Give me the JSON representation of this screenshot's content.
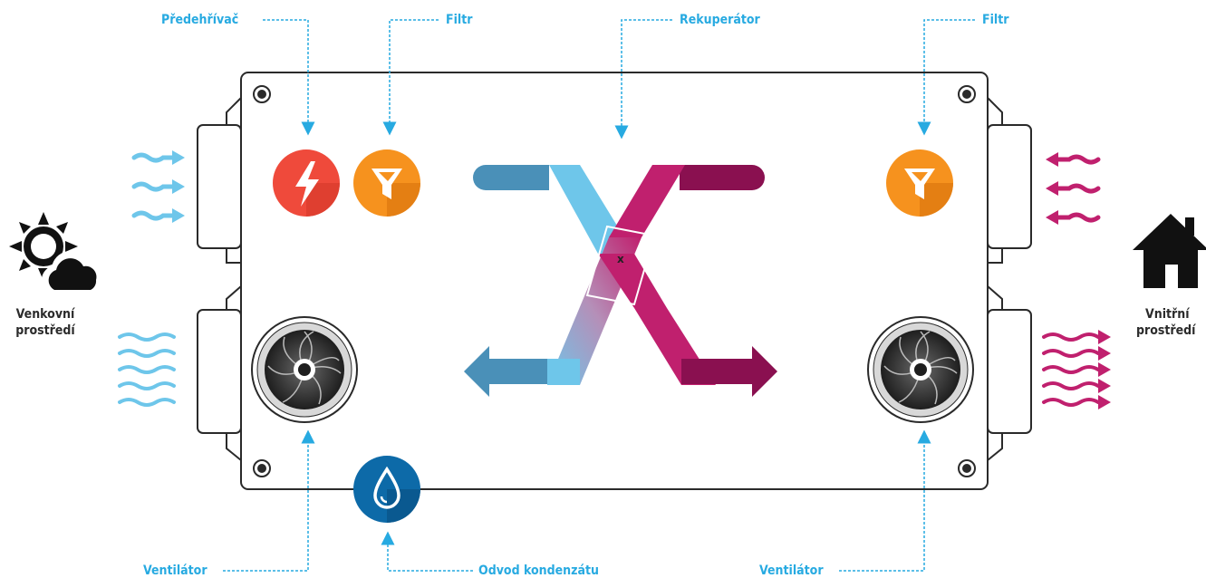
{
  "labels": {
    "preheater": "Předehřívač",
    "filter_left": "Filtr",
    "recuperator": "Rekuperátor",
    "filter_right": "Filtr",
    "fan_left": "Ventilátor",
    "condensate": "Odvod kondenzátu",
    "fan_right": "Ventilátor"
  },
  "environments": {
    "outdoor": {
      "line1": "Venkovní",
      "line2": "prostředí"
    },
    "indoor": {
      "line1": "Vnitřní",
      "line2": "prostředí"
    }
  },
  "exchanger_mark": "x",
  "colors": {
    "label_blue": "#27aae1",
    "fresh_air": "#6ec6ea",
    "stale_air": "#c0206e",
    "preheater_red": "#ef4a3b",
    "filter_orange": "#f6921e",
    "condensate_blue": "#0d6aa8"
  },
  "icons": [
    "lightning-icon",
    "filter-icon",
    "water-drop-icon",
    "fan-icon",
    "sun-cloud-icon",
    "house-icon"
  ]
}
